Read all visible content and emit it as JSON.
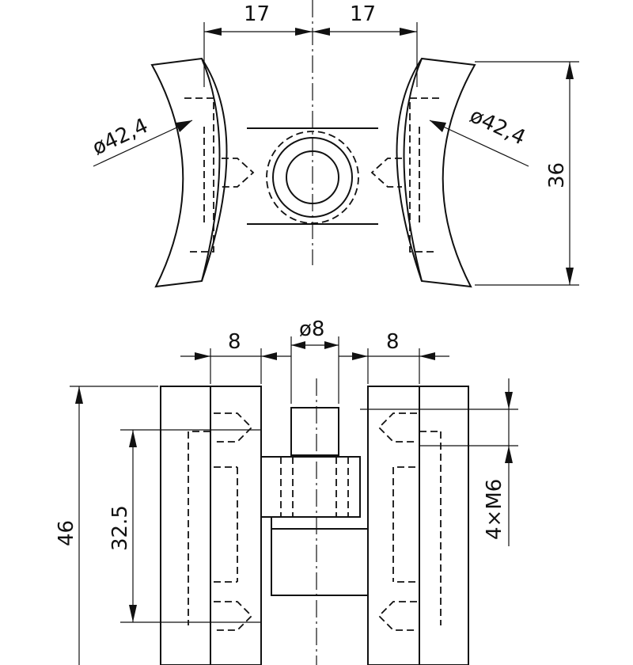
{
  "drawing": {
    "top_view": {
      "dim_left_width": "17",
      "dim_right_width": "17",
      "dim_left_diameter": "ø42,4",
      "dim_right_diameter": "ø42,4",
      "dim_height": "36"
    },
    "front_view": {
      "dim_left_width": "8",
      "dim_pin_diameter": "ø8",
      "dim_right_width": "8",
      "dim_total_height": "46",
      "dim_hole_spacing": "32.5",
      "dim_thread": "4×M6"
    }
  }
}
